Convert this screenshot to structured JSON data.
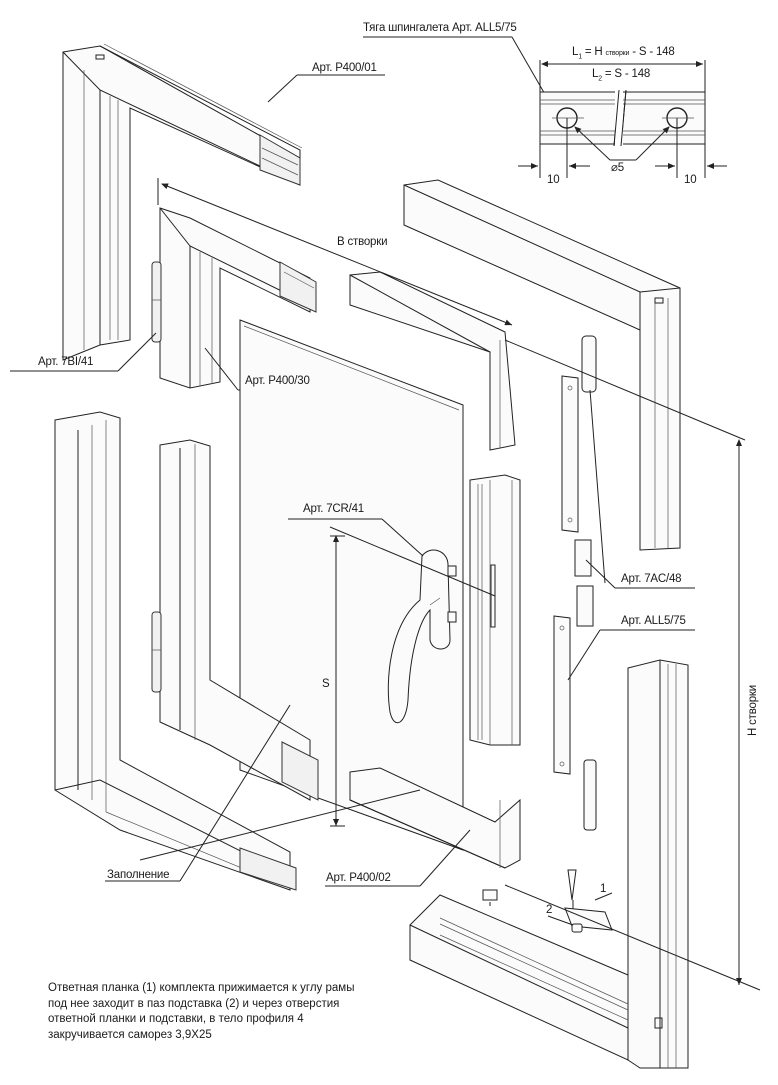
{
  "labels": {
    "rod_title": "Тяга шпингалета Арт. ALL5/75",
    "l1_formula_left": "L",
    "l1_sub": "1",
    "l1_formula_mid": " = H ",
    "l1_small": "створки",
    "l1_formula_right": " - S - 148",
    "l2_formula_left": "L",
    "l2_sub": "2",
    "l2_formula_right": " = S - 148",
    "hole_diameter": "⌀5",
    "offset_left": "10",
    "offset_right": "10",
    "frame_top": "Арт. P400/01",
    "sash_width": "В створки",
    "hinge": "Арт. 7BI/41",
    "sash_profile": "Арт. P400/30",
    "handle": "Арт. 7CR/41",
    "corner_drive": "Арт. 7AC/48",
    "espag_rod": "Арт. ALL5/75",
    "dim_s": "S",
    "sash_height": "H створки",
    "glazing": "Заполнение",
    "sash_bottom": "Арт. P400/02",
    "callout_1": "1",
    "callout_2": "2"
  },
  "note": {
    "lines": [
      "Ответная планка (1) комплекта прижимается к углу рамы",
      "под нее заходит в паз подставка (2) и через отверстия",
      "ответной планки и подставки, в тело профиля 4",
      "закручивается саморез 3,9X25"
    ]
  }
}
